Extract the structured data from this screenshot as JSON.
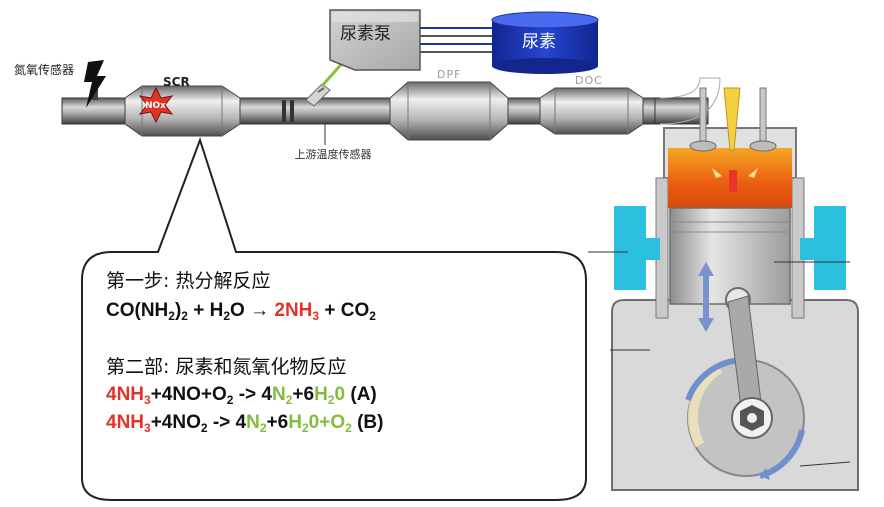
{
  "labels": {
    "nox_sensor": "氮氧传感器",
    "scr": "SCR",
    "nox_badge": "NOx",
    "urea_pump": "尿素泵",
    "urea_tank": "尿素",
    "dpf": "DPF",
    "doc": "DOC",
    "upstream_temp_sensor": "上游温度传感器"
  },
  "callout": {
    "step1_title": "第一步: 热分解反应",
    "step1_eq": {
      "lhs_a": "CO(NH",
      "lhs_a_sub": "2",
      "lhs_a_close": ")",
      "lhs_a_sub2": "2",
      "lhs_b": " + H",
      "lhs_b_sub": "2",
      "lhs_b_o": "O",
      "arrow": " → ",
      "prod1": "2NH",
      "prod1_sub": "3",
      "plus": " + CO",
      "co2_sub": "2"
    },
    "step2_title": "第二部: 尿素和氮氧化物反应",
    "eqA": {
      "nh3": "4NH",
      "nh3_sub": "3",
      "mid": "+4NO+O",
      "o2_sub": "2",
      "arrow": "  -> 4",
      "n2": "N",
      "n2_sub": "2",
      "plus6": "+6",
      "h2o": "H",
      "h2o_sub": "2",
      "h2o_o": "0",
      "tag": "  (A)"
    },
    "eqB": {
      "nh3": "4NH",
      "nh3_sub": "3",
      "mid": "+4NO",
      "no2_sub": "2",
      "arrow": "  -> 4",
      "n2": "N",
      "n2_sub": "2",
      "plus6": "+6",
      "h2o": "H",
      "h2o_sub": "2",
      "h2o_o": "0",
      "plus": "+",
      "o2": "O",
      "o2_sub": "2",
      "tag": "  (B)"
    }
  },
  "colors": {
    "red": "#e2332b",
    "green": "#7fbe3e",
    "tank_blue": "#1c39b8",
    "cyan": "#2bbfe0",
    "flame": "#f07a1a"
  }
}
